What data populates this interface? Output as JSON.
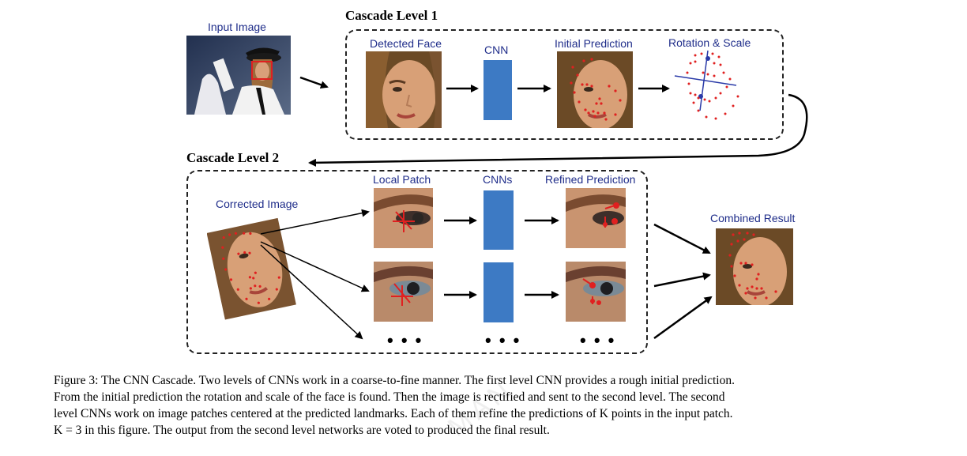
{
  "level1": {
    "title": "Cascade Level 1",
    "input_label": "Input Image",
    "detected_label": "Detected Face",
    "cnn_label": "CNN",
    "initial_label": "Initial Prediction",
    "rotation_label": "Rotation & Scale"
  },
  "level2": {
    "title": "Cascade Level 2",
    "corrected_label": "Corrected Image",
    "local_patch_label": "Local Patch",
    "cnns_label": "CNNs",
    "refined_label": "Refined Prediction",
    "combined_label": "Combined Result",
    "ellipsis": "• • •"
  },
  "caption": {
    "figure_label": "Figure 3:",
    "line1": "Figure 3: The CNN Cascade. Two levels of CNNs work in a coarse-to-fine manner. The first level CNN provides a rough initial prediction.",
    "line2": "From the initial prediction the rotation and scale of the face is found. Then the image is rectified and sent to the second level. The second",
    "line3": "level CNNs work on image patches centered at the predicted landmarks. Each of them refine the predictions of K points in the input patch.",
    "line4": "K = 3 in this figure. The output from the second level networks are voted to produced the final result."
  },
  "watermark": {
    "text": "MAN"
  },
  "colors": {
    "cnn_blue": "#3d7ac4",
    "label_blue": "#1f2d8a",
    "landmark_red": "#e02020",
    "axis_blue": "#2a3aa8"
  }
}
